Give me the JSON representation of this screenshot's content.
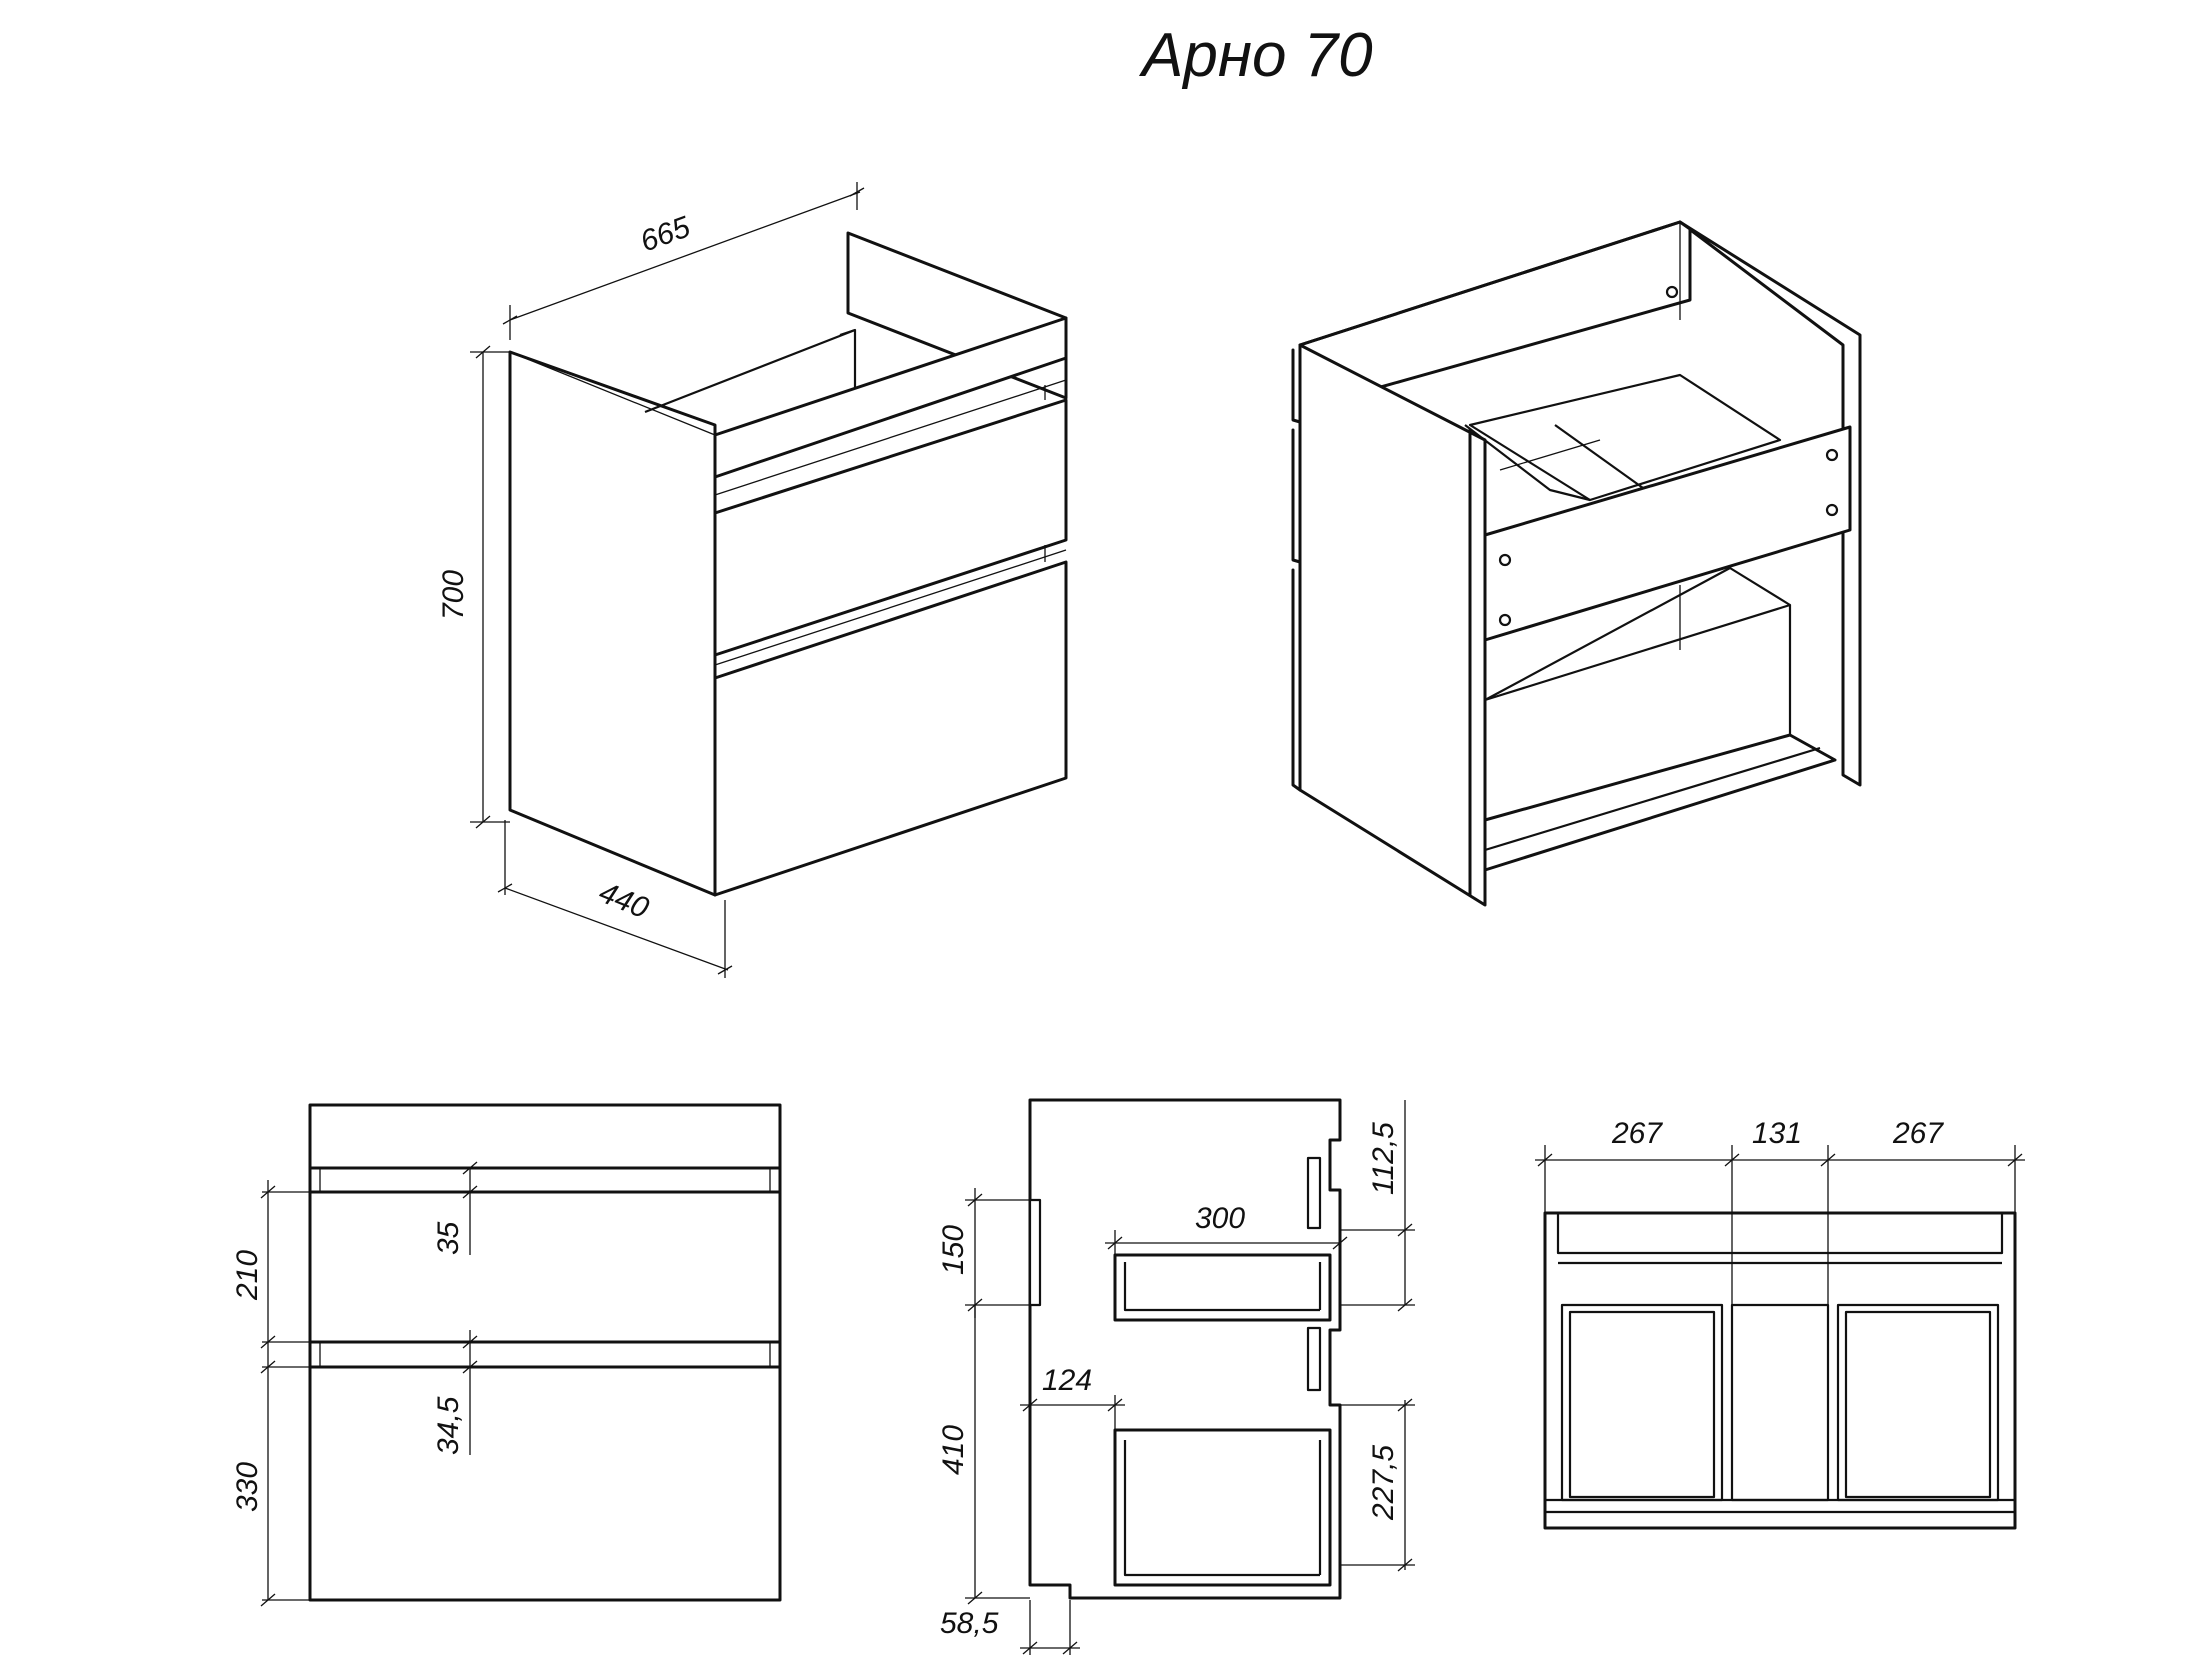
{
  "title": "Арно 70",
  "dimensions": {
    "iso_width": "665",
    "iso_height": "700",
    "iso_depth": "440",
    "front_top_drawer_height": "210",
    "front_bottom_drawer_height": "330",
    "front_gap_top": "35",
    "front_gap_bottom": "34,5",
    "side_depth_300": "300",
    "side_top_offset": "112,5",
    "side_150": "150",
    "side_410": "410",
    "side_124": "124",
    "side_227_5": "227,5",
    "side_58_5": "58,5",
    "top_left": "267",
    "top_middle": "131",
    "top_right": "267"
  }
}
